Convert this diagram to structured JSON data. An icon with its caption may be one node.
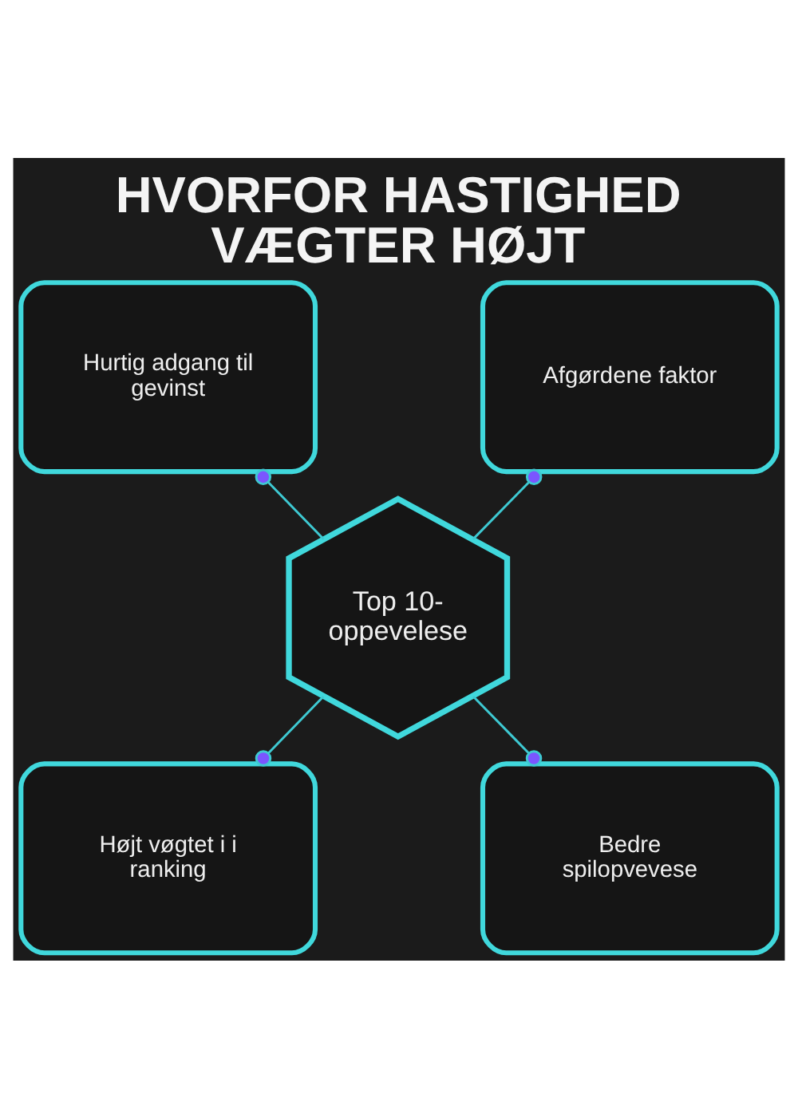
{
  "diagram": {
    "title": "HVORFOR HASTIGHED VÆGTER HØJT",
    "nodes": [
      {
        "text": [
          "Hurtig adgang til gevinst"
        ]
      },
      {
        "text": [
          "Afgørdene faktor"
        ]
      },
      {
        "text": [
          "Top 10-oppevelese"
        ]
      },
      {
        "text": [
          "Højt vøgtet i i ranking"
        ]
      },
      {
        "text": [
          "Bedre spilopvevese"
        ]
      }
    ],
    "edges": [
      {
        "from": 0,
        "to": 2,
        "arrow": "other"
      },
      {
        "from": 1,
        "to": 2,
        "arrow": "other"
      },
      {
        "from": 2,
        "to": 3,
        "arrow": "other"
      },
      {
        "from": 2,
        "to": 4,
        "arrow": "other"
      }
    ]
  }
}
